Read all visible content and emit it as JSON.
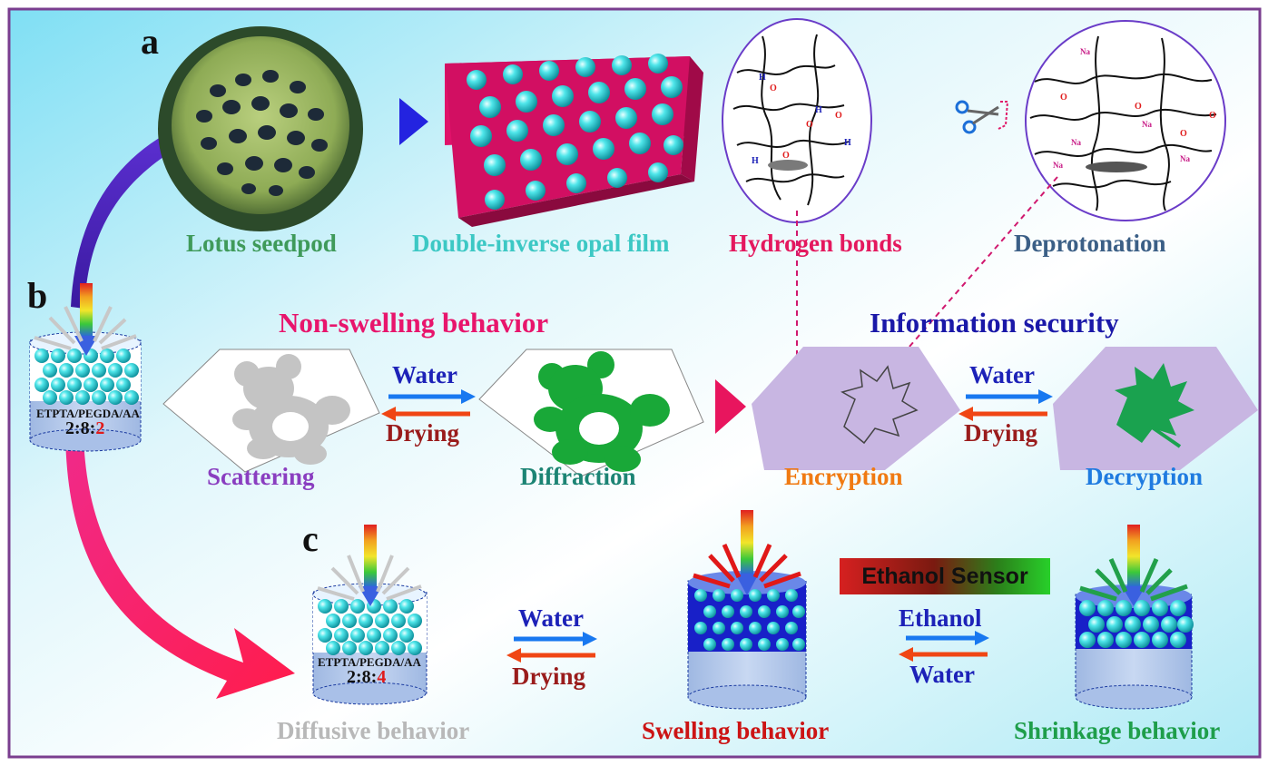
{
  "panels": {
    "a": "a",
    "b": "b",
    "c": "c"
  },
  "row_a": {
    "lotus": "Lotus seedpod",
    "film": "Double-inverse opal film",
    "hbond": "Hydrogen bonds",
    "deprot": "Deprotonation"
  },
  "row_b": {
    "non_swelling": "Non-swelling behavior",
    "info_security": "Information security",
    "scattering": "Scattering",
    "diffraction": "Diffraction",
    "encryption": "Encryption",
    "decryption": "Decryption",
    "water_1": "Water",
    "drying_1": "Drying",
    "water_2": "Water",
    "drying_2": "Drying",
    "composition": "ETPTA/PEGDA/AA",
    "ratio_prefix": "2:8:",
    "ratio_highlight": "2"
  },
  "row_c": {
    "composition": "ETPTA/PEGDA/AA",
    "ratio_prefix": "2:8:",
    "ratio_highlight": "4",
    "water_3": "Water",
    "drying_3": "Drying",
    "ethanol": "Ethanol",
    "water_4": "Water",
    "sensor": "Ethanol Sensor",
    "diffusive": "Diffusive behavior",
    "swelling": "Swelling behavior",
    "shrinkage": "Shrinkage behavior"
  },
  "colors": {
    "frame": "#7a3e8f",
    "lotus_label": "#3f9a5a",
    "film_label": "#3cc8c4",
    "hbond_label": "#e4185e",
    "deprot_label": "#3b5f86",
    "non_swelling_label": "#e8156c",
    "info_label": "#1a18a8",
    "scattering_label": "#8a3ec0",
    "diffraction_label": "#1c8474",
    "encryption_label": "#f07a12",
    "decryption_label": "#1f7be0",
    "diffusive_label": "#b8b8b8",
    "swelling_label": "#cc1414",
    "shrinkage_label": "#1e9e4a",
    "water_label": "#1d22b8",
    "drying_label": "#9a1c1c",
    "arrow_blue": "#1878f0",
    "arrow_red": "#f04614",
    "bear_gray": "#c4c4c4",
    "bear_green": "#19a838",
    "leaf_green": "#1aa24f",
    "film_pink": "#e0126a",
    "sphere_cyan": "#36d8df"
  }
}
